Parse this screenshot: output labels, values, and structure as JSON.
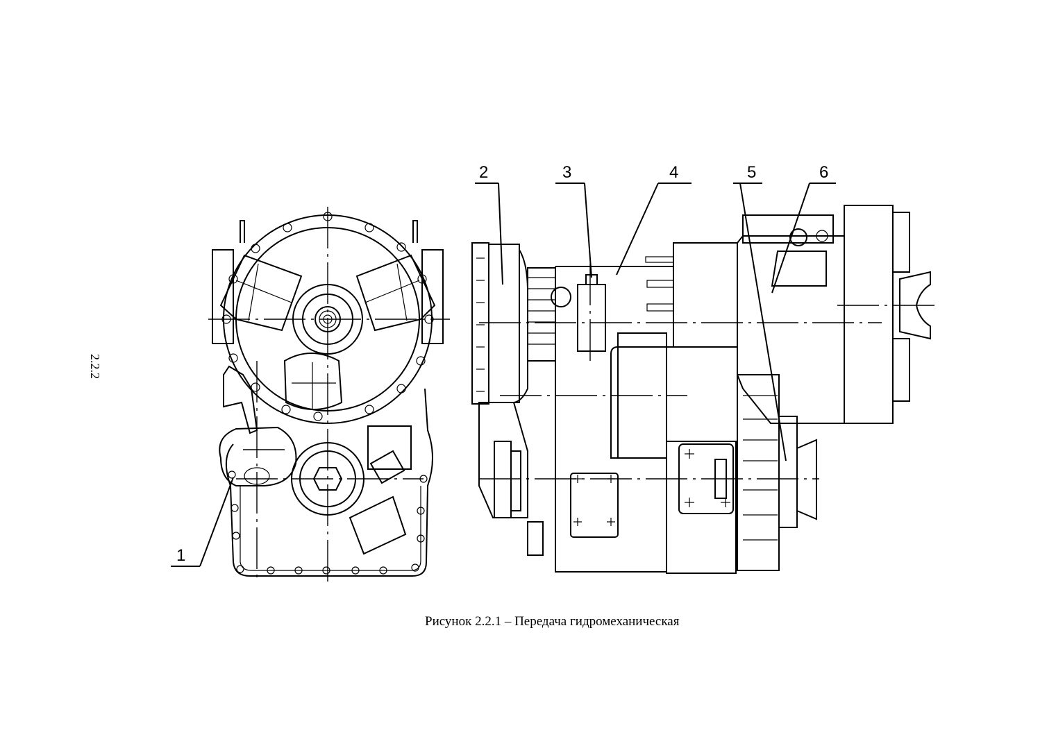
{
  "page_number": "2.2.2",
  "caption": "Рисунок 2.2.1 – Передача гидромеханическая",
  "callouts": [
    "1",
    "2",
    "3",
    "4",
    "5",
    "6"
  ]
}
